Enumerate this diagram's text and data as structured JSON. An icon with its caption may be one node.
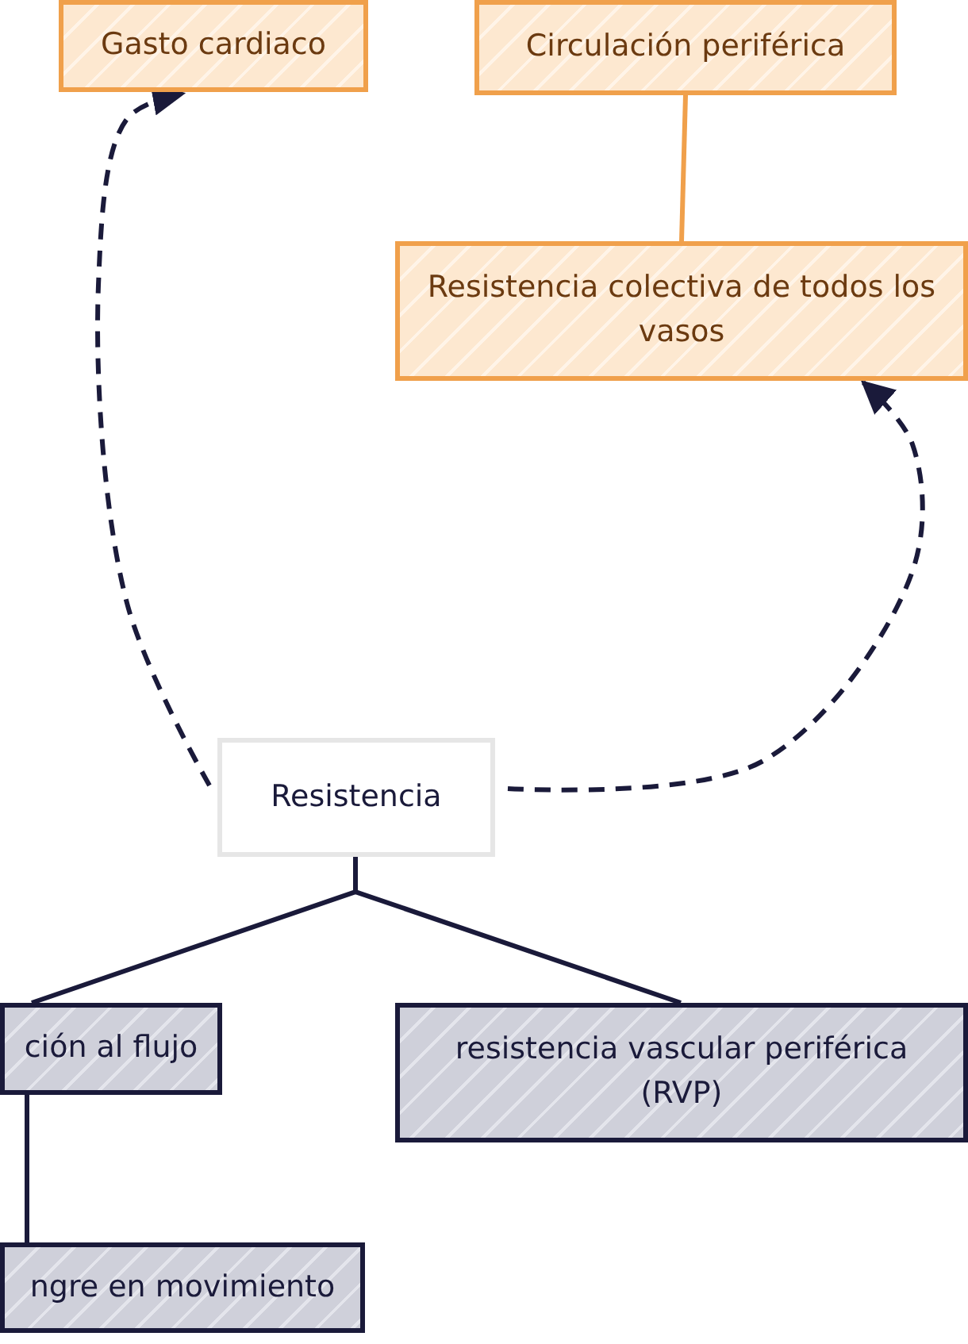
{
  "diagram": {
    "nodes": [
      {
        "text": [
          "Gasto cardiaco"
        ]
      },
      {
        "text": [
          "Circulación periférica"
        ]
      },
      {
        "text": [
          "Resistencia colectiva de todos los vasos"
        ]
      },
      {
        "text": [
          "Resistencia"
        ]
      },
      {
        "text": [
          "ción al flujo"
        ]
      },
      {
        "text": [
          "resistencia vascular periférica (RVP)"
        ]
      },
      {
        "text": [
          "ngre en movimiento"
        ]
      }
    ],
    "edges": [
      {
        "from": 1,
        "to": 2,
        "arrow": "none",
        "color": "#f0a04b"
      },
      {
        "from": 3,
        "to": 0,
        "arrow": "to",
        "style": "dashed"
      },
      {
        "from": 3,
        "to": 2,
        "arrow": "to",
        "style": "dashed"
      },
      {
        "from": 3,
        "to": 4,
        "arrow": "none"
      },
      {
        "from": 3,
        "to": 5,
        "arrow": "none"
      },
      {
        "from": 4,
        "to": 6,
        "arrow": "none"
      }
    ]
  }
}
